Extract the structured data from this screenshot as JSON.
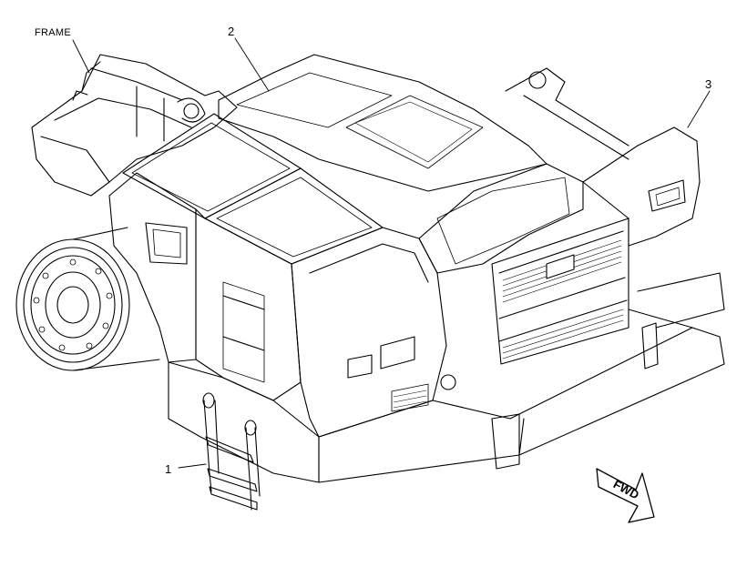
{
  "callouts": {
    "frame": "FRAME",
    "item1": "1",
    "item2": "2",
    "item3": "3"
  },
  "direction_marker": {
    "label": "FWD"
  },
  "colors": {
    "line": "#000000",
    "background": "#ffffff"
  }
}
